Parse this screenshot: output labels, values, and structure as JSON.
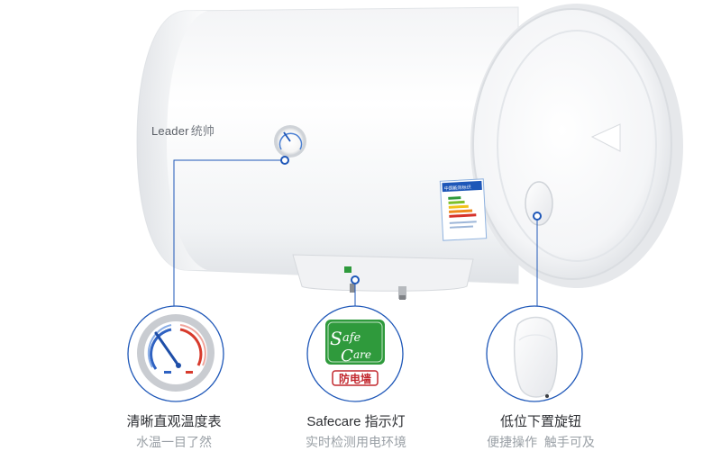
{
  "brand": {
    "name": "Leader",
    "name_cn": "统帅"
  },
  "energy_label": {
    "title": "中国能效标识"
  },
  "safecare_logo": {
    "line1": "afe",
    "line2": "are",
    "letter1": "S",
    "letter2": "C",
    "badge": "防电墙"
  },
  "callouts": [
    {
      "title": "清晰直观温度表",
      "subtitle": "水温一目了然",
      "icon": "thermometer-dial-icon"
    },
    {
      "title": "Safecare 指示灯",
      "subtitle": "实时检测用电环境",
      "icon": "safecare-indicator-icon"
    },
    {
      "title": "低位下置旋钮",
      "subtitle": "便捷操作  触手可及",
      "icon": "knob-icon"
    }
  ],
  "colors": {
    "accent_blue": "#1e57b8",
    "safecare_green": "#2f9a3c",
    "badge_red": "#c2282e"
  }
}
